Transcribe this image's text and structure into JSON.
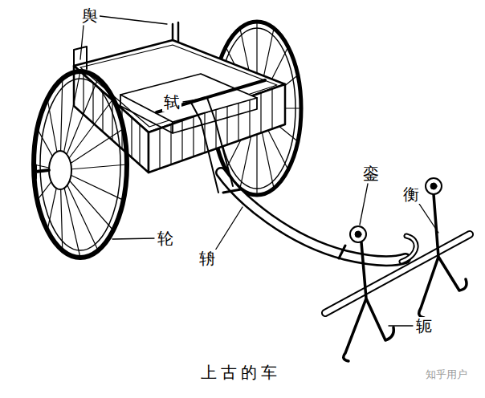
{
  "diagram": {
    "caption": "上古的车",
    "labels": [
      "舆",
      "轼",
      "銮",
      "衡",
      "轮",
      "辀",
      "轭",
      "知乎用户"
    ]
  }
}
